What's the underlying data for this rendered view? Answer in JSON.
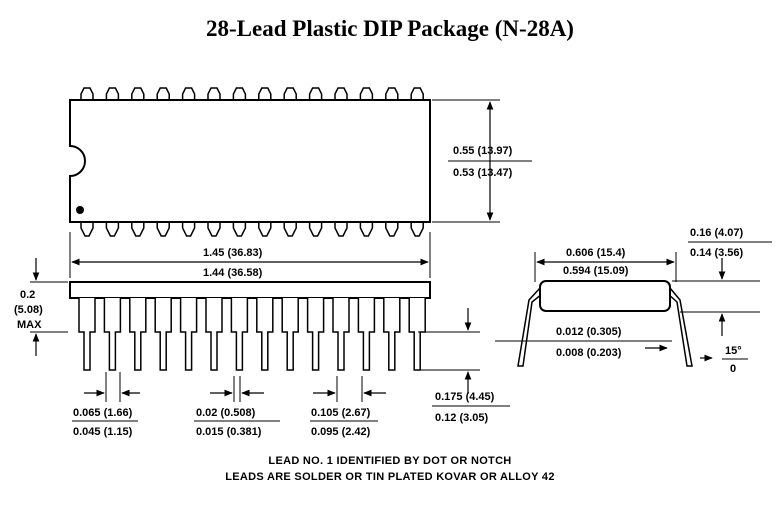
{
  "title": "28-Lead Plastic DIP Package (N-28A)",
  "dimensions": {
    "body_width_max": "0.55 (13.97)",
    "body_width_min": "0.53 (13.47)",
    "body_length_max": "1.45 (36.83)",
    "body_length_min": "1.44 (36.58)",
    "seat_height": "0.2",
    "seat_height_mm": "(5.08)",
    "seat_height_max": "MAX",
    "lead_width_max": "0.065 (1.66)",
    "lead_width_min": "0.045 (1.15)",
    "lead_tip_max": "0.02 (0.508)",
    "lead_tip_min": "0.015 (0.381)",
    "pitch_max": "0.105 (2.67)",
    "pitch_min": "0.095 (2.42)",
    "lead_length_max": "0.175 (4.45)",
    "lead_length_min": "0.12 (3.05)",
    "row_spacing_max": "0.606 (15.4)",
    "row_spacing_min": "0.594 (15.09)",
    "lead_thickness_max": "0.012 (0.305)",
    "lead_thickness_min": "0.008 (0.203)",
    "standoff_max": "0.16 (4.07)",
    "standoff_min": "0.14 (3.56)",
    "angle_max": "15°",
    "angle_min": "0"
  },
  "notes": {
    "line1": "LEAD NO. 1 IDENTIFIED BY DOT OR NOTCH",
    "line2": "LEADS ARE SOLDER OR TIN PLATED KOVAR OR ALLOY 42"
  }
}
